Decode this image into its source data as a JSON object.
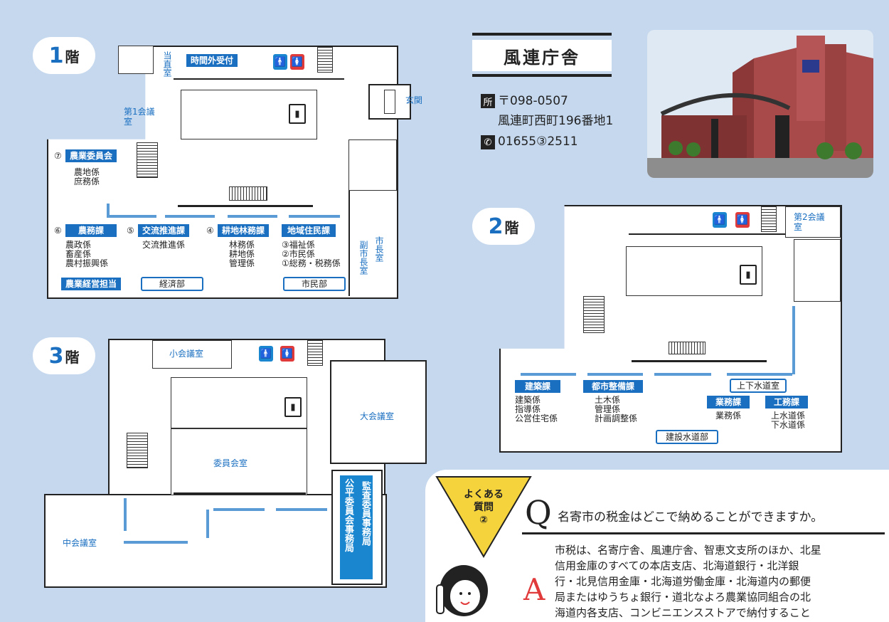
{
  "floor1": {
    "badge_num": "1",
    "badge_kai": "階",
    "rooms": {
      "toumuchu": "当直室",
      "jikangai": "時間外受付",
      "genkan": "玄関",
      "dai1": "第1会議室",
      "fukushicho": "副市長室",
      "shichou": "市長室"
    },
    "nogyo_iinkai": {
      "num": "⑦",
      "title": "農業委員会",
      "items": [
        "農地係",
        "庶務係"
      ]
    },
    "noumuka": {
      "num": "⑥",
      "title": "農務課",
      "items": [
        "農政係",
        "畜産係",
        "農村振興係"
      ]
    },
    "koryu": {
      "num": "⑤",
      "title": "交流推進課",
      "items": [
        "交流推進係"
      ]
    },
    "kouchi": {
      "num": "④",
      "title": "耕地林務課",
      "items": [
        "林務係",
        "耕地係",
        "管理係"
      ]
    },
    "chiiki": {
      "title": "地域住民課",
      "items": [
        "③福祉係",
        "②市民係",
        "①総務・税務係"
      ]
    },
    "nogyo_keiei": "農業経営担当",
    "keizaibu": "経済部",
    "shiminbu": "市民部"
  },
  "floor2": {
    "badge_num": "2",
    "badge_kai": "階",
    "dai2": "第2会議室",
    "kenchiku": {
      "title": "建築課",
      "items": [
        "建築係",
        "指導係",
        "公営住宅係"
      ]
    },
    "toshi": {
      "title": "都市整備課",
      "items": [
        "土木係",
        "管理係",
        "計画調整係"
      ]
    },
    "jogesuido": "上下水道室",
    "gyomu": {
      "title": "業務課",
      "items": [
        "業務係"
      ]
    },
    "koumu": {
      "title": "工務課",
      "items": [
        "上水道係",
        "下水道係"
      ]
    },
    "kensetsu": "建設水道部"
  },
  "floor3": {
    "badge_num": "3",
    "badge_kai": "階",
    "shokaigi": "小会議室",
    "daikaigi": "大会議室",
    "iinkai": "委員会室",
    "chukaigi": "中会議室",
    "kansa": "監査委員事務局",
    "kohei": "公平委員会事務局"
  },
  "building": {
    "title": "風連庁舎",
    "addr_icon": "所",
    "postal": "〒098-0507",
    "address": "風連町西町196番地1",
    "phone": "01655③2511"
  },
  "faq": {
    "badge": [
      "よくある",
      "質問",
      "②"
    ],
    "q": "Q",
    "question": "名寄市の税金はどこで納めることができますか。",
    "a": "A",
    "answer_lines": [
      "市税は、名寄庁舎、風連庁舎、智恵文支所のほか、北星",
      "信用金庫のすべての本店支店、北海道銀行・北洋銀",
      "行・北見信用金庫・北海道労働金庫・北海道内の郵便",
      "局またはゆうちょ銀行・道北なよろ農業協同組合の北",
      "海道内各支店、コンビニエンスストアで納付すること"
    ]
  },
  "colors": {
    "accent": "#1a6fc0",
    "background": "#c5d8ee",
    "faq_red": "#e03a3a",
    "faq_yellow": "#f5d33d"
  }
}
